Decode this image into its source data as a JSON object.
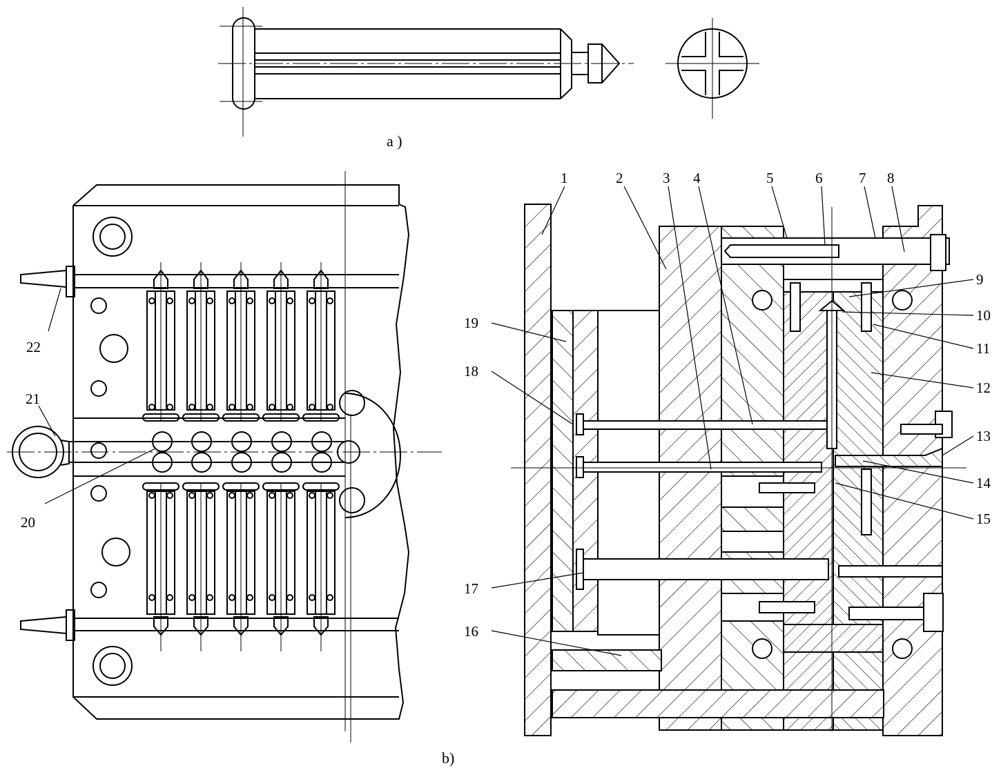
{
  "captions": {
    "a": "a )",
    "b": "b)"
  },
  "part_labels": {
    "p1": "1",
    "p2": "2",
    "p3": "3",
    "p4": "4",
    "p5": "5",
    "p6": "6",
    "p7": "7",
    "p8": "8",
    "p9": "9",
    "p10": "10",
    "p11": "11",
    "p12": "12",
    "p13": "13",
    "p14": "14",
    "p15": "15",
    "p16": "16",
    "p17": "17",
    "p18": "18",
    "p19": "19",
    "p20": "20",
    "p21": "21",
    "p22": "22"
  }
}
